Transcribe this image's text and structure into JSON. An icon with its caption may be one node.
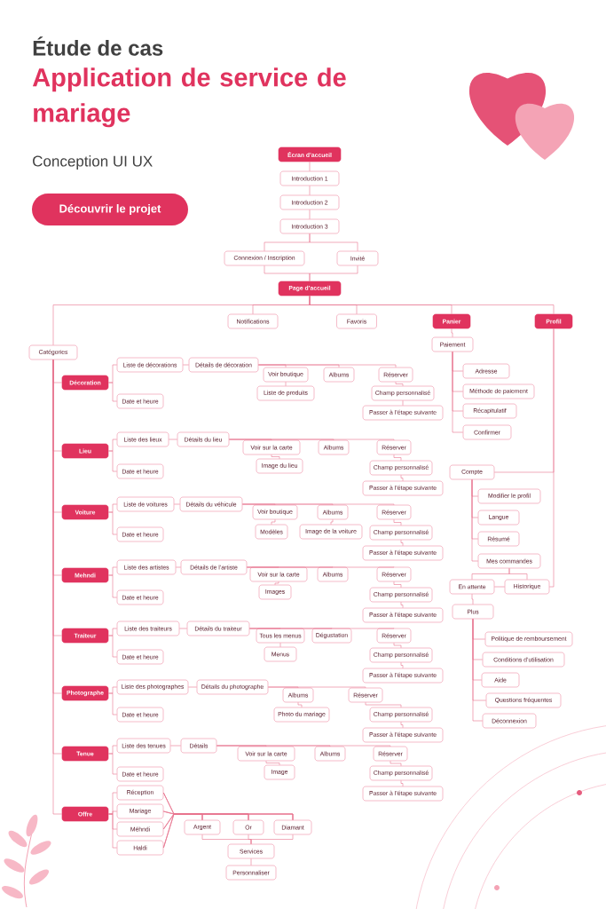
{
  "diagram": {
    "nodes": [
      {
        "text": [
          "Écran d’accueil"
        ]
      },
      {
        "text": [
          "Introduction 1"
        ]
      },
      {
        "text": [
          "Introduction 2"
        ]
      },
      {
        "text": [
          "Introduction 3"
        ]
      },
      {
        "text": [
          "Connexion / Inscription"
        ]
      },
      {
        "text": [
          "Invité"
        ]
      },
      {
        "text": [
          "Page d’accueil"
        ]
      },
      {
        "text": [
          "Notifications"
        ]
      },
      {
        "text": [
          "Favoris"
        ]
      },
      {
        "text": [
          "Panier"
        ]
      },
      {
        "text": [
          "Profil"
        ]
      },
      {
        "text": [
          "Catégories"
        ]
      },
      {
        "text": [
          "Décoration"
        ]
      },
      {
        "text": [
          "Liste de décorations"
        ]
      },
      {
        "text": [
          "Date et heure"
        ]
      },
      {
        "text": [
          "Détails de décoration"
        ]
      },
      {
        "text": [
          "Voir boutique"
        ]
      },
      {
        "text": [
          "Albums"
        ]
      },
      {
        "text": [
          "Réserver"
        ]
      },
      {
        "text": [
          "Liste de produits"
        ]
      },
      {
        "text": [
          "Champ personnalisé"
        ]
      },
      {
        "text": [
          "Passer à l’étape suivante"
        ]
      },
      {
        "text": [
          "Lieu"
        ]
      },
      {
        "text": [
          "Liste des lieux"
        ]
      },
      {
        "text": [
          "Date et heure"
        ]
      },
      {
        "text": [
          "Détails du lieu"
        ]
      },
      {
        "text": [
          "Voir sur la carte"
        ]
      },
      {
        "text": [
          "Albums"
        ]
      },
      {
        "text": [
          "Réserver"
        ]
      },
      {
        "text": [
          "Image du lieu"
        ]
      },
      {
        "text": [
          "Champ personnalisé"
        ]
      },
      {
        "text": [
          "Passer à l’étape suivante"
        ]
      },
      {
        "text": [
          "Voiture"
        ]
      },
      {
        "text": [
          "Liste de voitures"
        ]
      },
      {
        "text": [
          "Date et heure"
        ]
      },
      {
        "text": [
          "Détails du véhicule"
        ]
      },
      {
        "text": [
          "Voir boutique"
        ]
      },
      {
        "text": [
          "Albums"
        ]
      },
      {
        "text": [
          "Réserver"
        ]
      },
      {
        "text": [
          "Modèles"
        ]
      },
      {
        "text": [
          "Image de la voiture"
        ]
      },
      {
        "text": [
          "Champ personnalisé"
        ]
      },
      {
        "text": [
          "Passer à l’étape suivante"
        ]
      },
      {
        "text": [
          "Mehndi"
        ]
      },
      {
        "text": [
          "Liste des artistes"
        ]
      },
      {
        "text": [
          "Date et heure"
        ]
      },
      {
        "text": [
          "Détails de l’artiste"
        ]
      },
      {
        "text": [
          "Voir sur la carte"
        ]
      },
      {
        "text": [
          "Albums"
        ]
      },
      {
        "text": [
          "Réserver"
        ]
      },
      {
        "text": [
          "Images"
        ]
      },
      {
        "text": [
          "Champ personnalisé"
        ]
      },
      {
        "text": [
          "Passer à l’étape suivante"
        ]
      },
      {
        "text": [
          "Traiteur"
        ]
      },
      {
        "text": [
          "Liste des traiteurs"
        ]
      },
      {
        "text": [
          "Date et heure"
        ]
      },
      {
        "text": [
          "Détails du traiteur"
        ]
      },
      {
        "text": [
          "Tous les menus"
        ]
      },
      {
        "text": [
          "Dégustation"
        ]
      },
      {
        "text": [
          "Réserver"
        ]
      },
      {
        "text": [
          "Menus"
        ]
      },
      {
        "text": [
          "Champ personnalisé"
        ]
      },
      {
        "text": [
          "Passer à l’étape suivante"
        ]
      },
      {
        "text": [
          "Photographe"
        ]
      },
      {
        "text": [
          "Liste des photographes"
        ]
      },
      {
        "text": [
          "Date et heure"
        ]
      },
      {
        "text": [
          "Détails du photographe"
        ]
      },
      {
        "text": [
          "Albums"
        ]
      },
      {
        "text": [
          "Réserver"
        ]
      },
      {
        "text": [
          "Photo du mariage"
        ]
      },
      {
        "text": [
          "Champ personnalisé"
        ]
      },
      {
        "text": [
          "Passer à l’étape suivante"
        ]
      },
      {
        "text": [
          "Tenue"
        ]
      },
      {
        "text": [
          "Liste des tenues"
        ]
      },
      {
        "text": [
          "Date et heure"
        ]
      },
      {
        "text": [
          "Détails"
        ]
      },
      {
        "text": [
          "Voir sur la carte"
        ]
      },
      {
        "text": [
          "Albums"
        ]
      },
      {
        "text": [
          "Réserver"
        ]
      },
      {
        "text": [
          "Image"
        ]
      },
      {
        "text": [
          "Champ personnalisé"
        ]
      },
      {
        "text": [
          "Passer à l’étape suivante"
        ]
      },
      {
        "text": [
          "Offre"
        ]
      },
      {
        "text": [
          "Réception"
        ]
      },
      {
        "text": [
          "Mariage"
        ]
      },
      {
        "text": [
          "Méhndi"
        ]
      },
      {
        "text": [
          "Haldi"
        ]
      },
      {
        "text": [
          "Argent"
        ]
      },
      {
        "text": [
          "Or"
        ]
      },
      {
        "text": [
          "Diamant"
        ]
      },
      {
        "text": [
          "Services"
        ]
      },
      {
        "text": [
          "Personnaliser"
        ]
      },
      {
        "text": [
          "Paiement"
        ]
      },
      {
        "text": [
          "Adresse"
        ]
      },
      {
        "text": [
          "Méthode de paiement"
        ]
      },
      {
        "text": [
          "Récapitulatif"
        ]
      },
      {
        "text": [
          "Confirmer"
        ]
      },
      {
        "text": [
          "Compte"
        ]
      },
      {
        "text": [
          "Modifier le profil"
        ]
      },
      {
        "text": [
          "Langue"
        ]
      },
      {
        "text": [
          "Résumé"
        ]
      },
      {
        "text": [
          "Mes commandes"
        ]
      },
      {
        "text": [
          "En attente"
        ]
      },
      {
        "text": [
          "Historique"
        ]
      },
      {
        "text": [
          "Plus"
        ]
      },
      {
        "text": [
          "Politique de remboursement"
        ]
      },
      {
        "text": [
          "Conditions d’utilisation"
        ]
      },
      {
        "text": [
          "Aide"
        ]
      },
      {
        "text": [
          "Questions fréquentes"
        ]
      },
      {
        "text": [
          "Déconnexion"
        ]
      }
    ],
    "edges": [
      {
        "from": 0,
        "to": 1,
        "arrow": "none"
      },
      {
        "from": 1,
        "to": 2,
        "arrow": "none"
      },
      {
        "from": 2,
        "to": 3,
        "arrow": "none"
      },
      {
        "from": 3,
        "to": 4,
        "arrow": "none"
      },
      {
        "from": 3,
        "to": 5,
        "arrow": "none"
      },
      {
        "from": 4,
        "to": 6,
        "arrow": "none"
      },
      {
        "from": 5,
        "to": 6,
        "arrow": "none"
      },
      {
        "from": 6,
        "to": 7,
        "arrow": "none"
      },
      {
        "from": 6,
        "to": 8,
        "arrow": "none"
      },
      {
        "from": 6,
        "to": 9,
        "arrow": "none"
      },
      {
        "from": 6,
        "to": 10,
        "arrow": "none"
      },
      {
        "from": 6,
        "to": 11,
        "arrow": "none"
      },
      {
        "from": 11,
        "to": 12,
        "arrow": "none"
      },
      {
        "from": 11,
        "to": 22,
        "arrow": "none"
      },
      {
        "from": 11,
        "to": 32,
        "arrow": "none"
      },
      {
        "from": 11,
        "to": 43,
        "arrow": "none"
      },
      {
        "from": 11,
        "to": 53,
        "arrow": "none"
      },
      {
        "from": 11,
        "to": 63,
        "arrow": "none"
      },
      {
        "from": 11,
        "to": 72,
        "arrow": "none"
      },
      {
        "from": 11,
        "to": 82,
        "arrow": "none"
      },
      {
        "from": 12,
        "to": 13,
        "arrow": "none"
      },
      {
        "from": 12,
        "to": 14,
        "arrow": "none"
      },
      {
        "from": 13,
        "to": 15,
        "arrow": "none"
      },
      {
        "from": 15,
        "to": 16,
        "arrow": "none"
      },
      {
        "from": 15,
        "to": 17,
        "arrow": "none"
      },
      {
        "from": 15,
        "to": 18,
        "arrow": "none"
      },
      {
        "from": 16,
        "to": 19,
        "arrow": "none"
      },
      {
        "from": 18,
        "to": 20,
        "arrow": "none"
      },
      {
        "from": 20,
        "to": 21,
        "arrow": "none"
      },
      {
        "from": 22,
        "to": 23,
        "arrow": "none"
      },
      {
        "from": 22,
        "to": 24,
        "arrow": "none"
      },
      {
        "from": 23,
        "to": 25,
        "arrow": "none"
      },
      {
        "from": 25,
        "to": 26,
        "arrow": "none"
      },
      {
        "from": 25,
        "to": 27,
        "arrow": "none"
      },
      {
        "from": 25,
        "to": 28,
        "arrow": "none"
      },
      {
        "from": 26,
        "to": 29,
        "arrow": "none"
      },
      {
        "from": 28,
        "to": 30,
        "arrow": "none"
      },
      {
        "from": 30,
        "to": 31,
        "arrow": "none"
      },
      {
        "from": 32,
        "to": 33,
        "arrow": "none"
      },
      {
        "from": 32,
        "to": 34,
        "arrow": "none"
      },
      {
        "from": 33,
        "to": 35,
        "arrow": "none"
      },
      {
        "from": 35,
        "to": 36,
        "arrow": "none"
      },
      {
        "from": 35,
        "to": 37,
        "arrow": "none"
      },
      {
        "from": 35,
        "to": 38,
        "arrow": "none"
      },
      {
        "from": 36,
        "to": 39,
        "arrow": "none"
      },
      {
        "from": 37,
        "to": 40,
        "arrow": "none"
      },
      {
        "from": 38,
        "to": 41,
        "arrow": "none"
      },
      {
        "from": 41,
        "to": 42,
        "arrow": "none"
      },
      {
        "from": 43,
        "to": 44,
        "arrow": "none"
      },
      {
        "from": 43,
        "to": 45,
        "arrow": "none"
      },
      {
        "from": 44,
        "to": 46,
        "arrow": "none"
      },
      {
        "from": 46,
        "to": 47,
        "arrow": "none"
      },
      {
        "from": 46,
        "to": 48,
        "arrow": "none"
      },
      {
        "from": 46,
        "to": 49,
        "arrow": "none"
      },
      {
        "from": 47,
        "to": 50,
        "arrow": "none"
      },
      {
        "from": 49,
        "to": 51,
        "arrow": "none"
      },
      {
        "from": 51,
        "to": 52,
        "arrow": "none"
      },
      {
        "from": 53,
        "to": 54,
        "arrow": "none"
      },
      {
        "from": 53,
        "to": 55,
        "arrow": "none"
      },
      {
        "from": 54,
        "to": 56,
        "arrow": "none"
      },
      {
        "from": 56,
        "to": 57,
        "arrow": "none"
      },
      {
        "from": 56,
        "to": 58,
        "arrow": "none"
      },
      {
        "from": 56,
        "to": 59,
        "arrow": "none"
      },
      {
        "from": 57,
        "to": 60,
        "arrow": "none"
      },
      {
        "from": 59,
        "to": 61,
        "arrow": "none"
      },
      {
        "from": 61,
        "to": 62,
        "arrow": "none"
      },
      {
        "from": 63,
        "to": 64,
        "arrow": "none"
      },
      {
        "from": 63,
        "to": 65,
        "arrow": "none"
      },
      {
        "from": 64,
        "to": 66,
        "arrow": "none"
      },
      {
        "from": 66,
        "to": 67,
        "arrow": "none"
      },
      {
        "from": 66,
        "to": 68,
        "arrow": "none"
      },
      {
        "from": 67,
        "to": 69,
        "arrow": "none"
      },
      {
        "from": 68,
        "to": 70,
        "arrow": "none"
      },
      {
        "from": 70,
        "to": 71,
        "arrow": "none"
      },
      {
        "from": 72,
        "to": 73,
        "arrow": "none"
      },
      {
        "from": 72,
        "to": 74,
        "arrow": "none"
      },
      {
        "from": 73,
        "to": 75,
        "arrow": "none"
      },
      {
        "from": 75,
        "to": 76,
        "arrow": "none"
      },
      {
        "from": 75,
        "to": 77,
        "arrow": "none"
      },
      {
        "from": 75,
        "to": 78,
        "arrow": "none"
      },
      {
        "from": 76,
        "to": 79,
        "arrow": "none"
      },
      {
        "from": 78,
        "to": 80,
        "arrow": "none"
      },
      {
        "from": 80,
        "to": 81,
        "arrow": "none"
      },
      {
        "from": 82,
        "to": 83,
        "arrow": "none"
      },
      {
        "from": 82,
        "to": 84,
        "arrow": "none"
      },
      {
        "from": 82,
        "to": 85,
        "arrow": "none"
      },
      {
        "from": 82,
        "to": 86,
        "arrow": "none"
      },
      {
        "from": 83,
        "to": 87,
        "arrow": "none"
      },
      {
        "from": 83,
        "to": 88,
        "arrow": "none"
      },
      {
        "from": 83,
        "to": 89,
        "arrow": "none"
      },
      {
        "from": 84,
        "to": 87,
        "arrow": "none"
      },
      {
        "from": 84,
        "to": 88,
        "arrow": "none"
      },
      {
        "from": 84,
        "to": 89,
        "arrow": "none"
      },
      {
        "from": 85,
        "to": 87,
        "arrow": "none"
      },
      {
        "from": 85,
        "to": 88,
        "arrow": "none"
      },
      {
        "from": 85,
        "to": 89,
        "arrow": "none"
      },
      {
        "from": 86,
        "to": 87,
        "arrow": "none"
      },
      {
        "from": 86,
        "to": 88,
        "arrow": "none"
      },
      {
        "from": 86,
        "to": 89,
        "arrow": "none"
      },
      {
        "from": 87,
        "to": 90,
        "arrow": "none"
      },
      {
        "from": 88,
        "to": 90,
        "arrow": "none"
      },
      {
        "from": 89,
        "to": 90,
        "arrow": "none"
      },
      {
        "from": 90,
        "to": 91,
        "arrow": "none"
      },
      {
        "from": 9,
        "to": 92,
        "arrow": "none"
      },
      {
        "from": 92,
        "to": 93,
        "arrow": "none"
      },
      {
        "from": 92,
        "to": 94,
        "arrow": "none"
      },
      {
        "from": 92,
        "to": 95,
        "arrow": "none"
      },
      {
        "from": 92,
        "to": 96,
        "arrow": "none"
      },
      {
        "from": 10,
        "to": 97,
        "arrow": "none"
      },
      {
        "from": 10,
        "to": 103,
        "arrow": "none"
      },
      {
        "from": 97,
        "to": 98,
        "arrow": "none"
      },
      {
        "from": 97,
        "to": 99,
        "arrow": "none"
      },
      {
        "from": 97,
        "to": 100,
        "arrow": "none"
      },
      {
        "from": 97,
        "to": 101,
        "arrow": "none"
      },
      {
        "from": 101,
        "to": 102,
        "arrow": "none"
      },
      {
        "from": 101,
        "to": 103,
        "arrow": "none"
      },
      {
        "from": 102,
        "to": 103,
        "arrow": "none"
      },
      {
        "from": 102,
        "to": 104,
        "arrow": "none"
      },
      {
        "from": 104,
        "to": 105,
        "arrow": "none"
      },
      {
        "from": 104,
        "to": 106,
        "arrow": "none"
      },
      {
        "from": 104,
        "to": 107,
        "arrow": "none"
      },
      {
        "from": 104,
        "to": 108,
        "arrow": "none"
      },
      {
        "from": 104,
        "to": 109,
        "arrow": "none"
      }
    ],
    "labels": [
      "Étude de cas",
      "Application de service de mariage",
      "Conception UI UX",
      "Découvrir le projet"
    ]
  }
}
